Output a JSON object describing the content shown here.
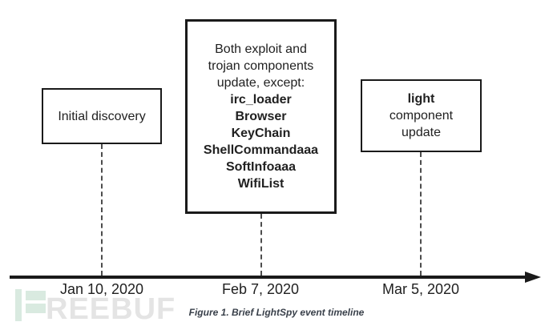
{
  "figure": {
    "caption": "Figure 1. Brief LightSpy event timeline"
  },
  "boxes": {
    "initial": {
      "text": "Initial discovery"
    },
    "update": {
      "intro_lines": [
        "Both exploit and",
        "trojan components",
        "update, except:"
      ],
      "bold_items": [
        "irc_loader",
        "Browser",
        "KeyChain",
        "ShellCommandaaa",
        "SoftInfoaaa",
        "WifiList"
      ]
    },
    "light": {
      "bold_line": "light",
      "lines": [
        "component",
        "update"
      ]
    }
  },
  "timeline": {
    "dates": [
      "Jan 10, 2020",
      "Feb 7, 2020",
      "Mar 5, 2020"
    ]
  },
  "watermark": {
    "text": "REEBUF",
    "logo": "freebuf-logo"
  },
  "colors": {
    "box_border": "#1a1a1a",
    "text": "#212121",
    "axis": "#1a1a1a",
    "connector_dash": "#4d4d4d",
    "caption": "#3a414b",
    "watermark_green": "#d9eae0",
    "watermark_gray": "#e4e4e4"
  }
}
